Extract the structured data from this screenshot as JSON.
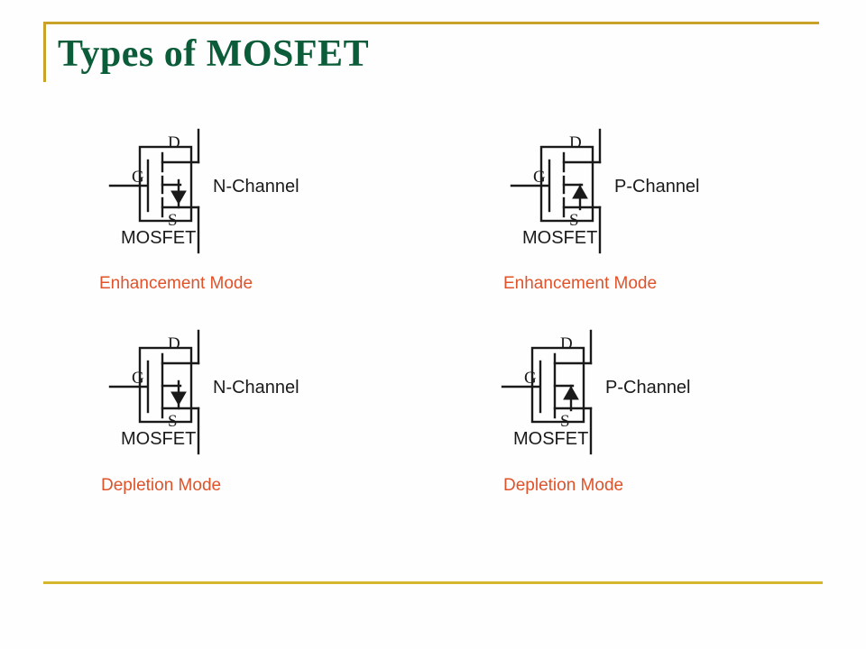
{
  "slide": {
    "title": "Types of MOSFET",
    "accent_gold": "#c9a227",
    "title_green": "#0b5c38",
    "caption_orange": "#e0522a",
    "background": "#ffffff"
  },
  "symbols": [
    {
      "id": "n-channel-enhancement",
      "channel_label": "N-Channel",
      "device_label": "MOSFET",
      "terminal_gate": "G",
      "terminal_drain": "D",
      "terminal_source": "S",
      "mode": "enhancement",
      "channel_style": "broken",
      "arrow_direction": "inward",
      "caption": "Enhancement Mode"
    },
    {
      "id": "p-channel-enhancement",
      "channel_label": "P-Channel",
      "device_label": "MOSFET",
      "terminal_gate": "G",
      "terminal_drain": "D",
      "terminal_source": "S",
      "mode": "enhancement",
      "channel_style": "broken",
      "arrow_direction": "outward",
      "caption": "Enhancement Mode"
    },
    {
      "id": "n-channel-depletion",
      "channel_label": "N-Channel",
      "device_label": "MOSFET",
      "terminal_gate": "G",
      "terminal_drain": "D",
      "terminal_source": "S",
      "mode": "depletion",
      "channel_style": "solid",
      "arrow_direction": "inward",
      "caption": "Depletion Mode"
    },
    {
      "id": "p-channel-depletion",
      "channel_label": "P-Channel",
      "device_label": "MOSFET",
      "terminal_gate": "G",
      "terminal_drain": "D",
      "terminal_source": "S",
      "mode": "depletion",
      "channel_style": "solid",
      "arrow_direction": "outward",
      "caption": "Depletion Mode"
    }
  ],
  "captions": {
    "top_left": "Enhancement Mode",
    "top_right": "Enhancement Mode",
    "bottom_left": "Depletion Mode",
    "bottom_right": "Depletion Mode"
  }
}
